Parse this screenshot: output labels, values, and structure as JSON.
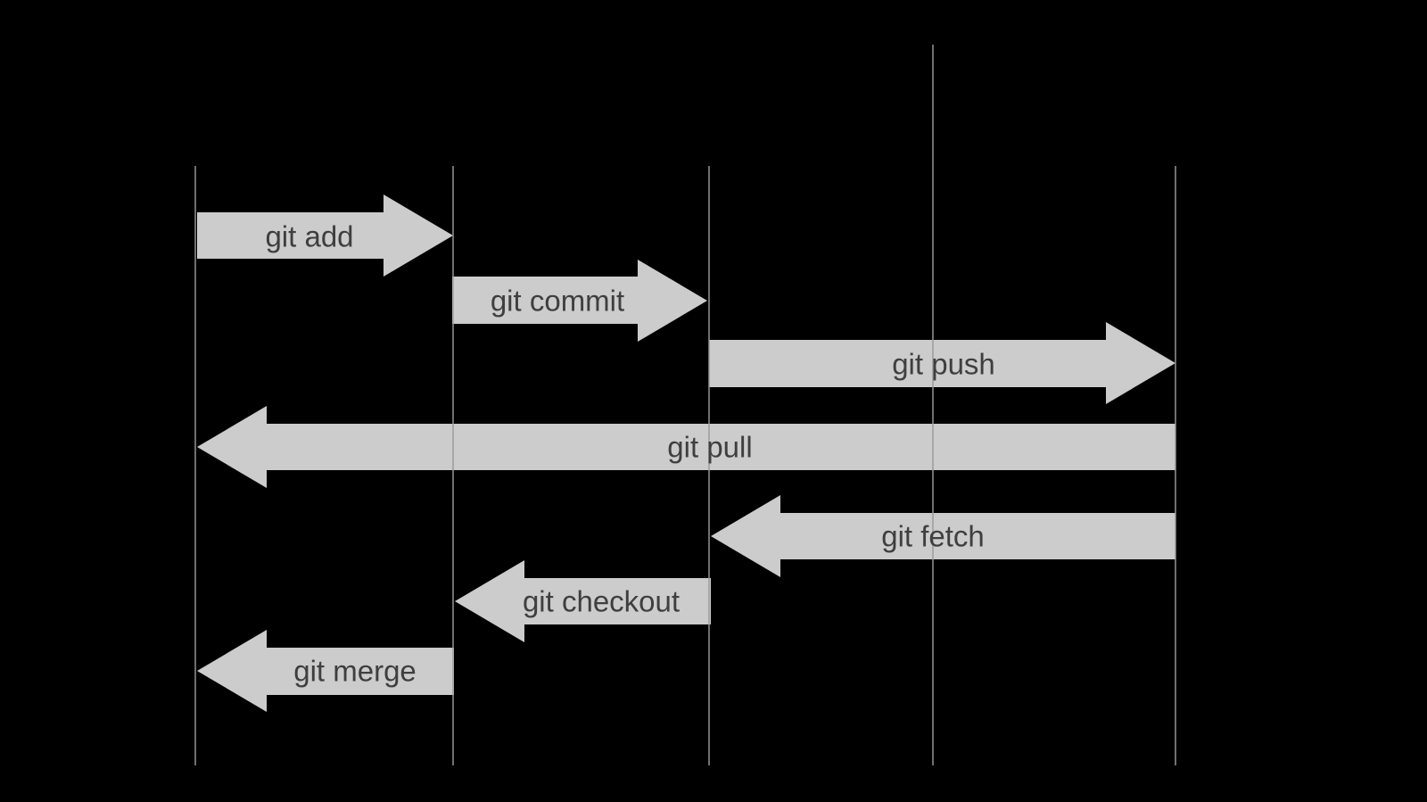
{
  "diagram": {
    "type": "sequence-flow",
    "subject": "Git commands flowing between repository lifelines",
    "colors": {
      "background": "#000000",
      "arrow_fill": "#cccccc",
      "label_text": "#3f3f3f",
      "lifeline": "#9a9a9a"
    },
    "lifelines": [
      {
        "id": "lifeline-1"
      },
      {
        "id": "lifeline-2"
      },
      {
        "id": "lifeline-3"
      },
      {
        "id": "lifeline-4"
      },
      {
        "id": "lifeline-5"
      }
    ],
    "arrows": [
      {
        "label": "git add",
        "direction": "right",
        "from": "lifeline-1",
        "to": "lifeline-2"
      },
      {
        "label": "git commit",
        "direction": "right",
        "from": "lifeline-2",
        "to": "lifeline-3"
      },
      {
        "label": "git push",
        "direction": "right",
        "from": "lifeline-3",
        "to": "lifeline-5"
      },
      {
        "label": "git pull",
        "direction": "left",
        "from": "lifeline-5",
        "to": "lifeline-1"
      },
      {
        "label": "git fetch",
        "direction": "left",
        "from": "lifeline-5",
        "to": "lifeline-3"
      },
      {
        "label": "git checkout",
        "direction": "left",
        "from": "lifeline-3",
        "to": "lifeline-2"
      },
      {
        "label": "git merge",
        "direction": "left",
        "from": "lifeline-2",
        "to": "lifeline-1"
      }
    ]
  }
}
